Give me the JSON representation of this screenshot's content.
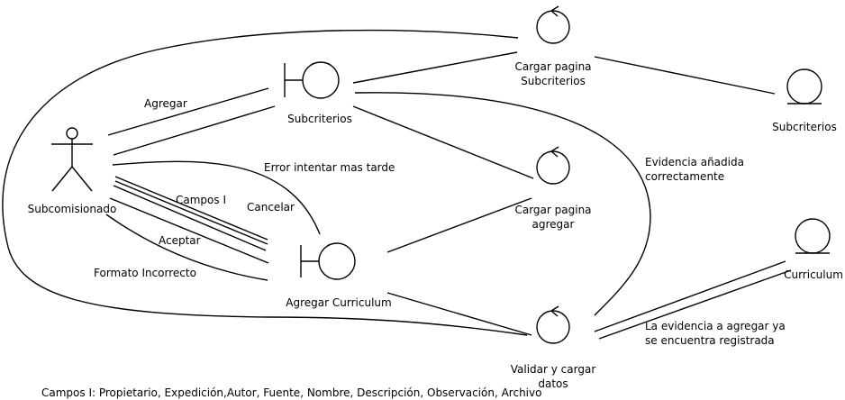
{
  "actors": {
    "subcomisionado": {
      "label": "Subcomisionado"
    }
  },
  "boundaries": {
    "subcriterios": {
      "label": "Subcriterios"
    },
    "agregar_curriculum": {
      "label": "Agregar Curriculum"
    }
  },
  "controls": {
    "cargar_subcriterios": {
      "label": "Cargar pagina\nSubcriterios"
    },
    "cargar_agregar": {
      "label": "Cargar pagina\nagregar"
    },
    "validar_cargar": {
      "label": "Validar y cargar\ndatos"
    }
  },
  "entities": {
    "subcriterios": {
      "label": "Subcriterios"
    },
    "curriculum": {
      "label": "Curriculum"
    }
  },
  "messages": {
    "agregar": "Agregar",
    "error_intentar": "Error intentar mas tarde",
    "campos_i": "Campos I",
    "cancelar": "Cancelar",
    "aceptar": "Aceptar",
    "formato_incorrecto": "Formato Incorrecto",
    "evidencia_anadida": "Evidencia añadida\ncorrectamente",
    "evidencia_registrada": "La evidencia a agregar ya\nse encuentra registrada"
  },
  "footnote": "Campos I: Propietario, Expedición,Autor, Fuente, Nombre, Descripción, Observación, Archivo"
}
